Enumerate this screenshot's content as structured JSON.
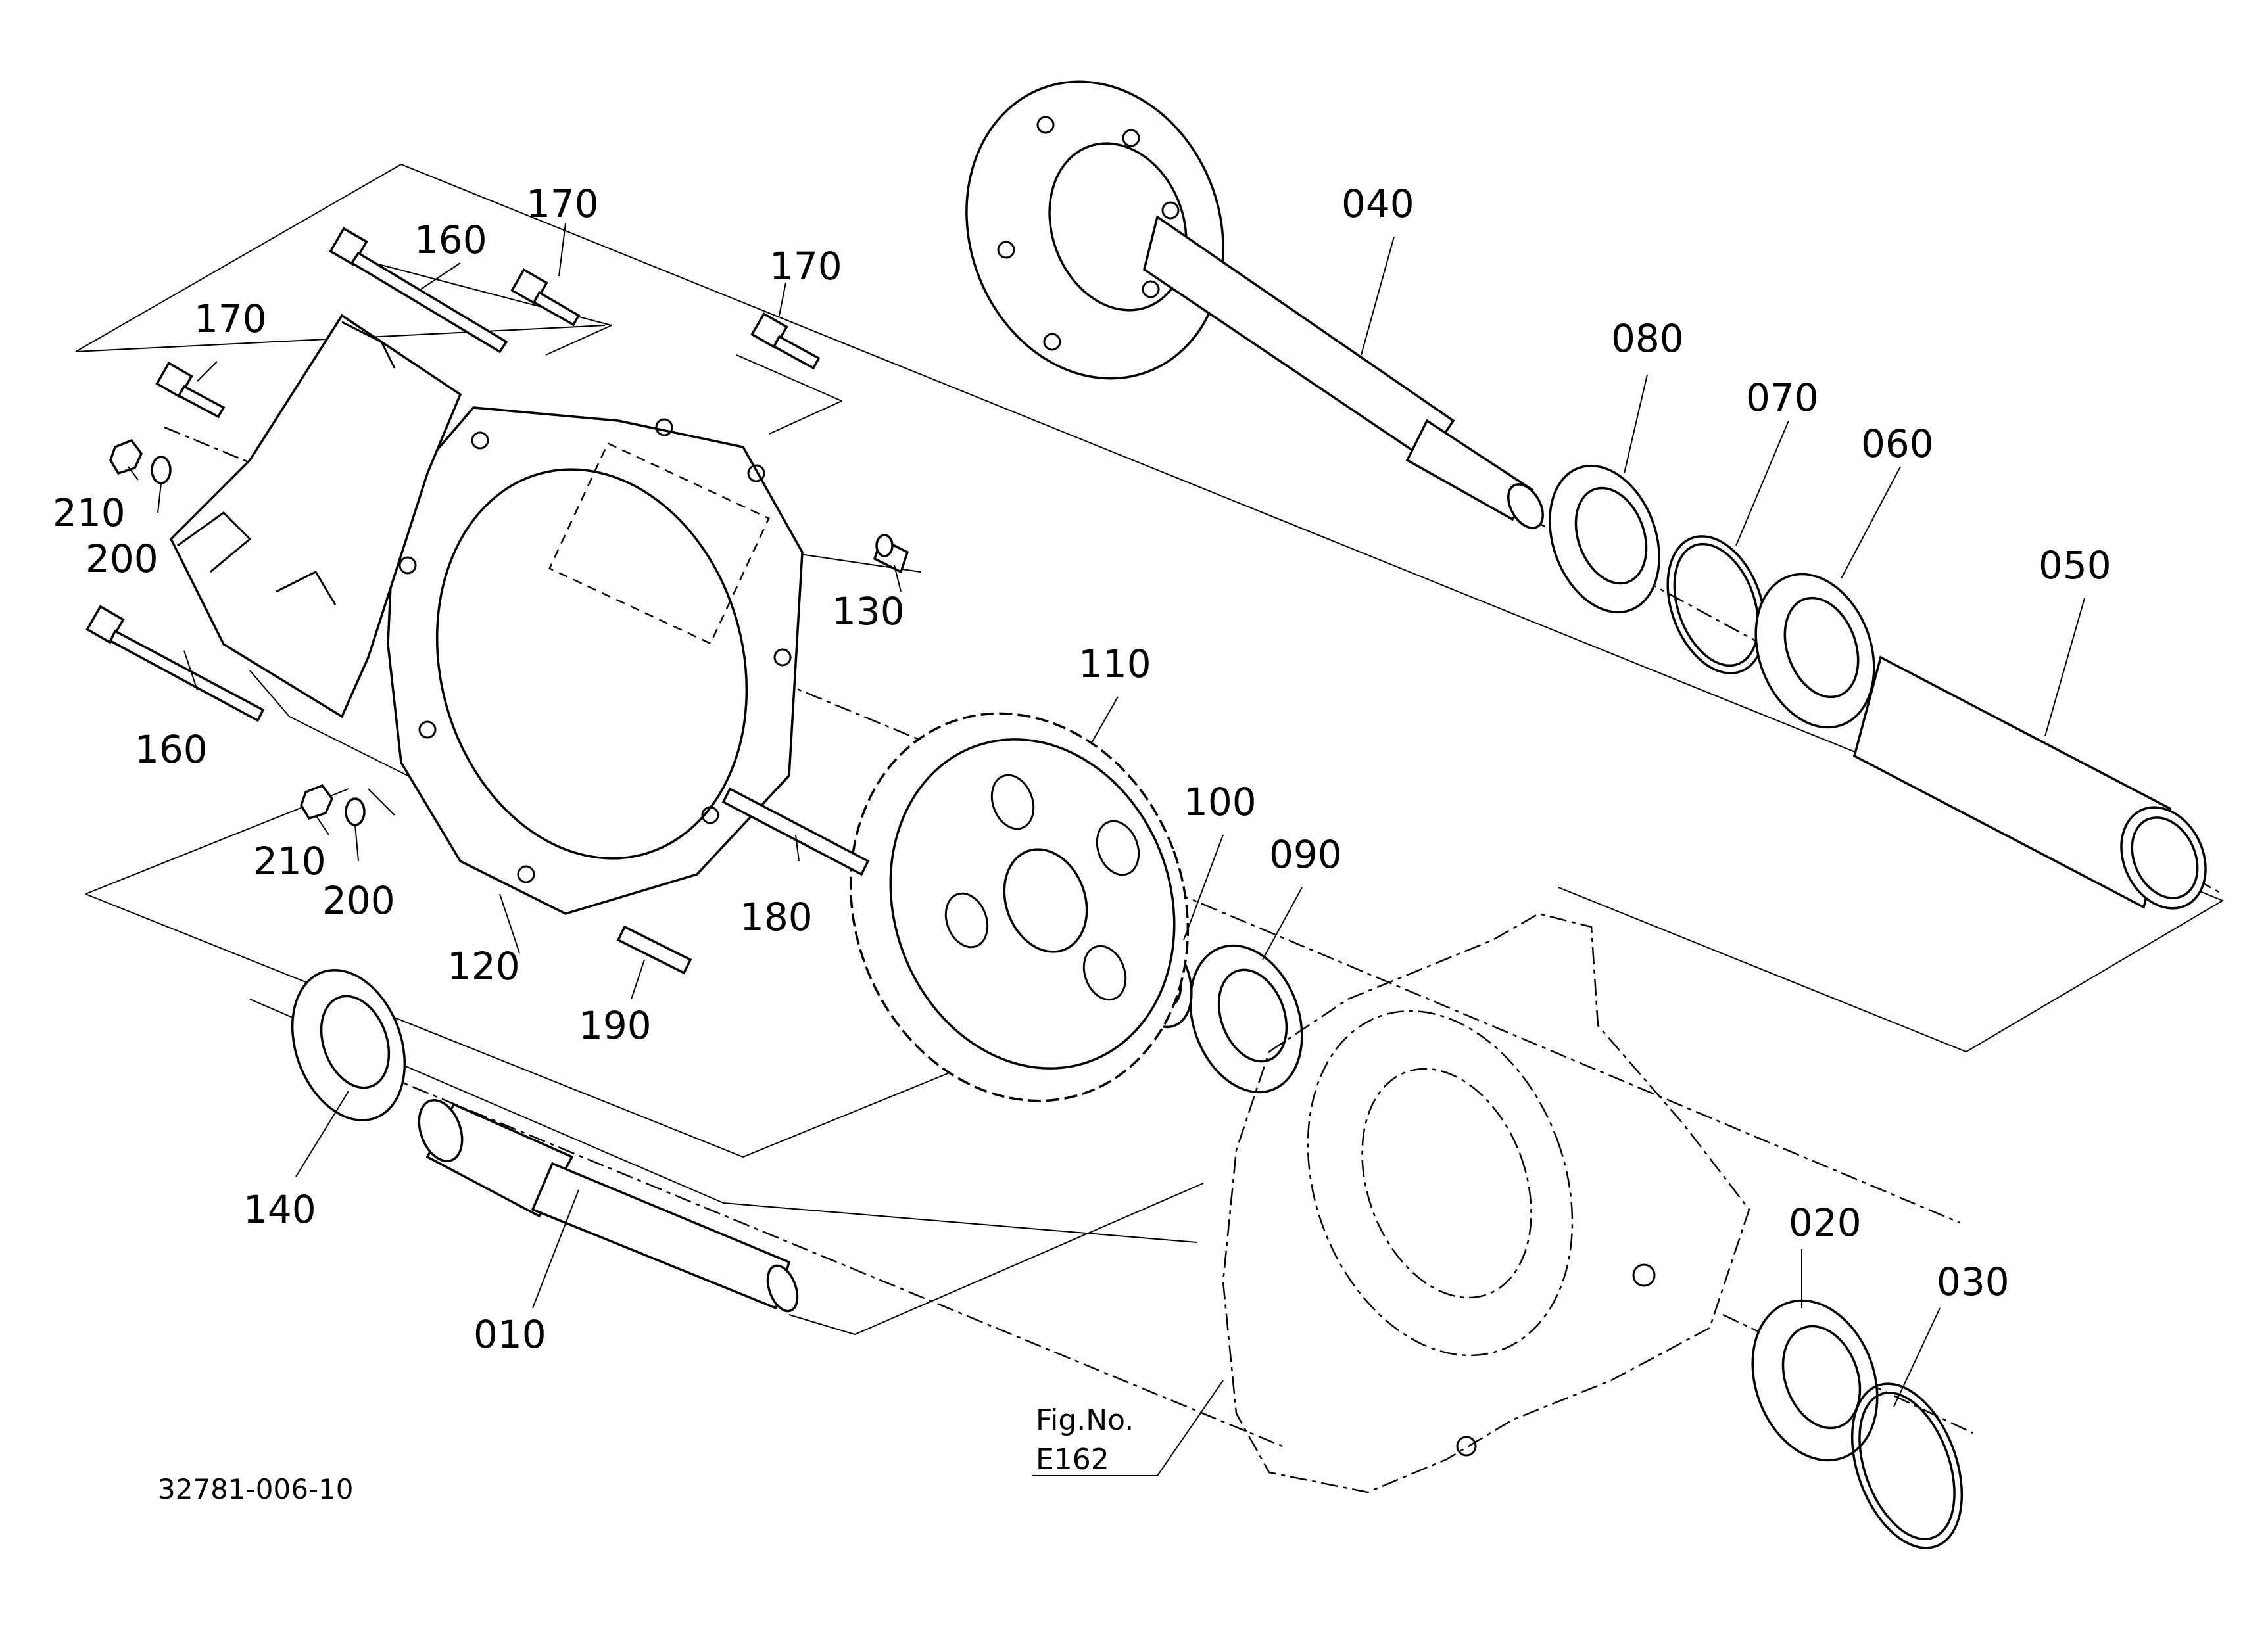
{
  "diagram": {
    "drawing_number": "32781-006-10",
    "figure_reference": {
      "line1": "Fig.No.",
      "line2": "E162"
    },
    "callouts": {
      "p010": "010",
      "p020": "020",
      "p030": "030",
      "p040": "040",
      "p050": "050",
      "p060": "060",
      "p070": "070",
      "p080": "080",
      "p090": "090",
      "p100": "100",
      "p110": "110",
      "p120": "120",
      "p130": "130",
      "p140": "140",
      "p160a": "160",
      "p160b": "160",
      "p170a": "170",
      "p170b": "170",
      "p170c": "170",
      "p180": "180",
      "p190": "190",
      "p200a": "200",
      "p200b": "200",
      "p210a": "210",
      "p210b": "210"
    }
  }
}
